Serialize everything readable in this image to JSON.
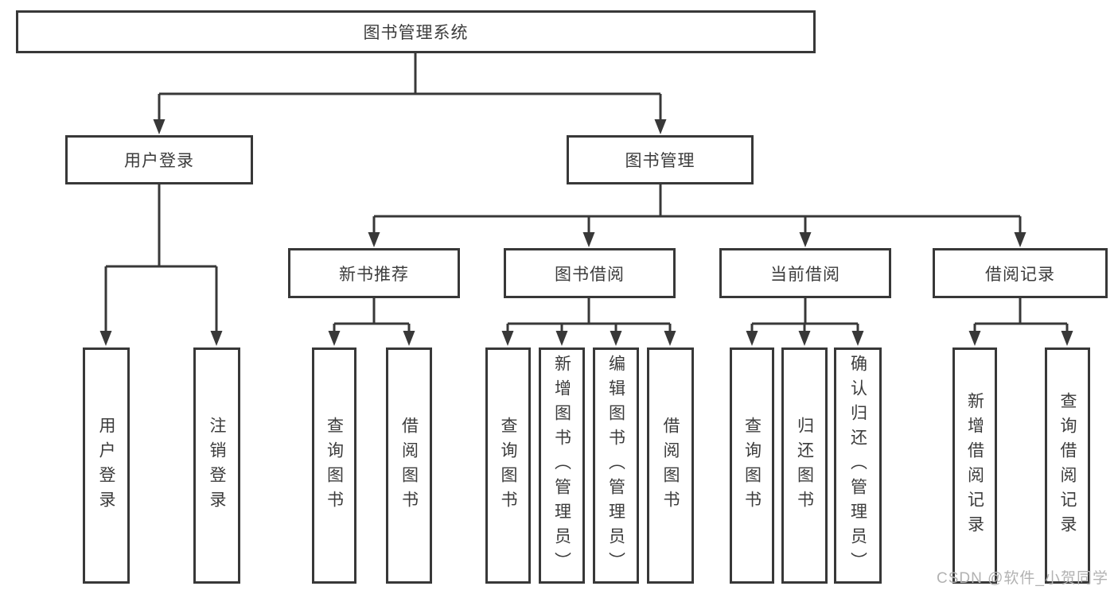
{
  "tree": {
    "label": "图书管理系统",
    "children": [
      {
        "label": "用户登录",
        "children": [
          {
            "label": "用户登录"
          },
          {
            "label": "注销登录"
          }
        ]
      },
      {
        "label": "图书管理",
        "children": [
          {
            "label": "新书推荐",
            "children": [
              {
                "label": "查询图书"
              },
              {
                "label": "借阅图书"
              }
            ]
          },
          {
            "label": "图书借阅",
            "children": [
              {
                "label": "查询图书"
              },
              {
                "label": "新增图书（管理员）"
              },
              {
                "label": "编辑图书（管理员）"
              },
              {
                "label": "借阅图书"
              }
            ]
          },
          {
            "label": "当前借阅",
            "children": [
              {
                "label": "查询图书"
              },
              {
                "label": "归还图书"
              },
              {
                "label": "确认归还（管理员）"
              }
            ]
          },
          {
            "label": "借阅记录",
            "children": [
              {
                "label": "新增借阅记录"
              },
              {
                "label": "查询借阅记录"
              }
            ]
          }
        ]
      }
    ]
  },
  "watermark": {
    "text": "CSDN @软件_小贺同学"
  },
  "colors": {
    "background": "#ffffff",
    "line": "#383838",
    "node_border": "#383838",
    "node_fill": "#ffffff",
    "text": "#3c3c3c",
    "watermark_text": "#b2b2b2"
  }
}
